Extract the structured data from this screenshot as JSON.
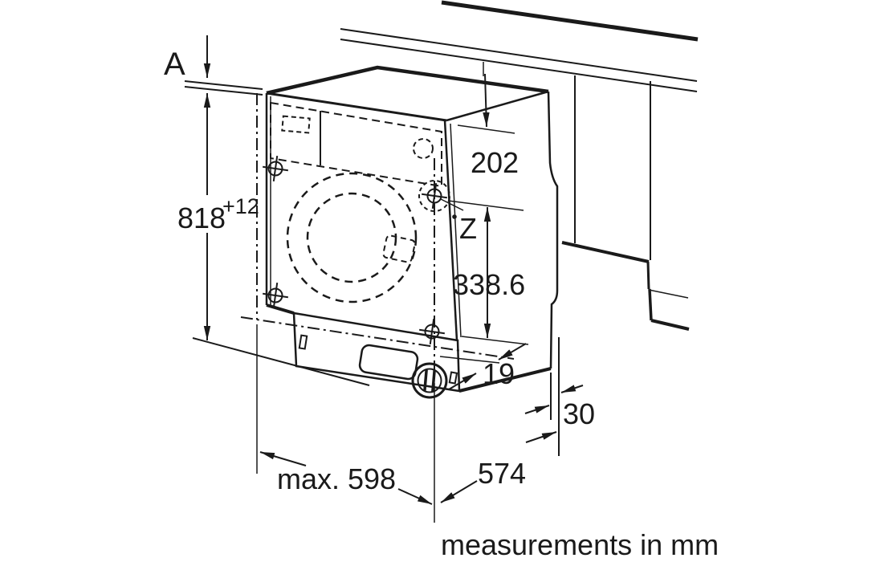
{
  "figure": {
    "title": "built-in washing machine installation drawing",
    "note": "measurements in mm",
    "colors": {
      "ink": "#1a1a1a",
      "background": "#ffffff"
    },
    "labels": {
      "a": "A",
      "z": "Z"
    },
    "dimensions": {
      "height": "818",
      "height_tolerance": "+12",
      "top_clearance": "202",
      "z_height": "338.6",
      "plinth_offset": "19",
      "side_gap": "30",
      "width": "max. 598",
      "depth": "574"
    }
  }
}
